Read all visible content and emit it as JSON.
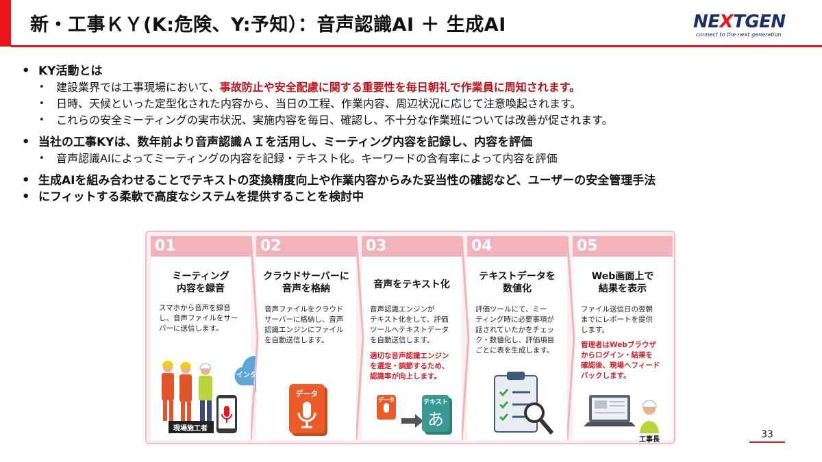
{
  "header": {
    "title": "新・工事ＫＹ(K:危険、Y:予知）：音声認識AI ＋ 生成AI",
    "logo_main_pre": "NE",
    "logo_main_x": "X",
    "logo_main_post": "TGEN",
    "logo_tagline": "connect to the next generation"
  },
  "bullets": [
    {
      "text": "KY活動とは",
      "children": [
        {
          "pre": "建設業界では工事現場において、",
          "highlight": "事故防止や安全配慮に関する重要性を毎日朝礼で作業員に周知されます。"
        },
        {
          "pre": "日時、天候といった定型化された内容から、当日の工程、作業内容、周辺状況に応じて注意喚起されます。",
          "highlight": ""
        },
        {
          "pre": "これらの安全ミーティングの実市状況、実施内容を毎日、確認し、不十分な作業班については改善が促されます。",
          "highlight": ""
        }
      ]
    },
    {
      "text": "当社の工事KYは、数年前より音声認識ＡＩを活用し、ミーティング内容を記録し、内容を評価",
      "children": [
        {
          "pre": "音声認識AIによってミーティングの内容を記録・テキスト化。キーワードの含有率によって内容を評価",
          "highlight": ""
        }
      ]
    },
    {
      "text_line1": "生成AIを組み合わせることでテキストの変換精度向上や作業内容からみた妥当性の確認など、ユーザーの安全管理手法",
      "text_line2": "にフィットする柔軟で高度なシステムを提供することを検討中"
    }
  ],
  "steps": [
    {
      "num": "01",
      "title1": "ミーティング",
      "title2": "内容を録音",
      "body": [
        "スマホから音声を録音",
        "し、音声ファイルをサー",
        "バーに送信します。"
      ],
      "red": [],
      "labels": {
        "workers": "現場施工者",
        "internet": "インターネット"
      }
    },
    {
      "num": "02",
      "title1": "クラウドサーバーに",
      "title2": "音声を格納",
      "body": [
        "音声ファイルをクラウド",
        "サーバーに格納し、音声",
        "認識エンジンにファイル",
        "を自動送信します。"
      ],
      "red": [],
      "labels": {
        "data": "データ"
      }
    },
    {
      "num": "03",
      "title1": "音声をテキスト化",
      "title2": "",
      "body": [
        "音声認識エンジンが",
        "テキスト化をして、評価",
        "ツールへテキストデータ",
        "を自動送信します。"
      ],
      "red": [
        "適切な音声認識エンジン",
        "を選定・調節するため、",
        "認識率が向上します。"
      ],
      "labels": {
        "data": "データ",
        "text": "テキスト",
        "glyph": "あ"
      }
    },
    {
      "num": "04",
      "title1": "テキストデータを",
      "title2": "数値化",
      "body": [
        "評価ツールにて、ミー",
        "ティング時に必要事項が",
        "話されていたかをチェッ",
        "ク・数値化し、評価項目",
        "ごとに表を生成します。"
      ],
      "red": [],
      "labels": {}
    },
    {
      "num": "05",
      "title1": "Web画面上で",
      "title2": "結果を表示",
      "body": [
        "ファイル送信日の翌朝",
        "までにレポートを提供",
        "します。"
      ],
      "red": [
        "管理者はWebブラウザ",
        "からログイン・結果を",
        "確認後、現場へフィード",
        "バックします。"
      ],
      "labels": {
        "manager": "工事長"
      }
    }
  ],
  "footer": {
    "page_number": "33"
  },
  "colors": {
    "accent": "#e8151b",
    "step_header": "#f2b3ba",
    "highlight": "#c0141b",
    "logo_blue": "#1a2f6b"
  }
}
